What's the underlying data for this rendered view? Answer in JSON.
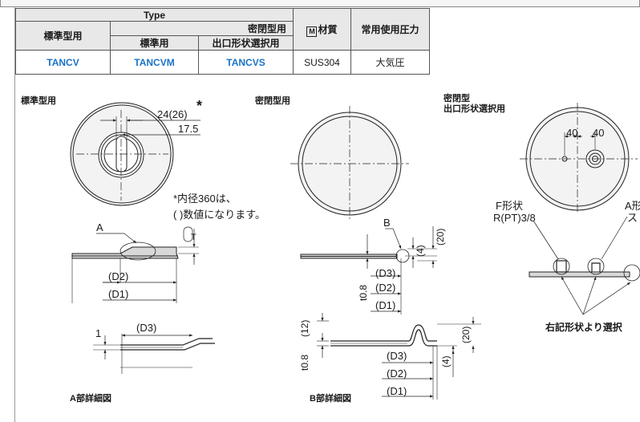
{
  "table": {
    "type_header": "Type",
    "std_header": "標準型用",
    "sealed_header": "密閉型用",
    "sealed_std_header": "標準用",
    "sealed_outlet_header": "出口形状選択用",
    "material_header": "材質",
    "material_icon": "M",
    "pressure_header": "常用使用圧力",
    "codes": [
      "TANCV",
      "TANCVM",
      "TANCVS"
    ],
    "material_value": "SUS304",
    "pressure_value": "大気圧"
  },
  "labels": {
    "standard": "標準型用",
    "sealed": "密閉型用",
    "sealed_outlet": "密閉型\n出口形状選択用",
    "detail_a": "A部詳細図",
    "detail_b": "B部詳細図",
    "select_note": "右記形状より選択"
  },
  "dims": {
    "asterisk": "*",
    "d24": "24(26)",
    "d175": "17.5",
    "note1": "*内径360は、",
    "note2": "(  )数値になります。",
    "A": "A",
    "B": "B",
    "T": "T",
    "D1": "(D1)",
    "D2": "(D2)",
    "D3": "(D3)",
    "one": "1",
    "t08": "t0.8",
    "four": "(4)",
    "twenty": "(20)",
    "twelve": "(12)",
    "forty": "40",
    "fshape": "F形状",
    "rpt": "R(PT)3/8",
    "ashape": "A形",
    "st": "ス"
  }
}
